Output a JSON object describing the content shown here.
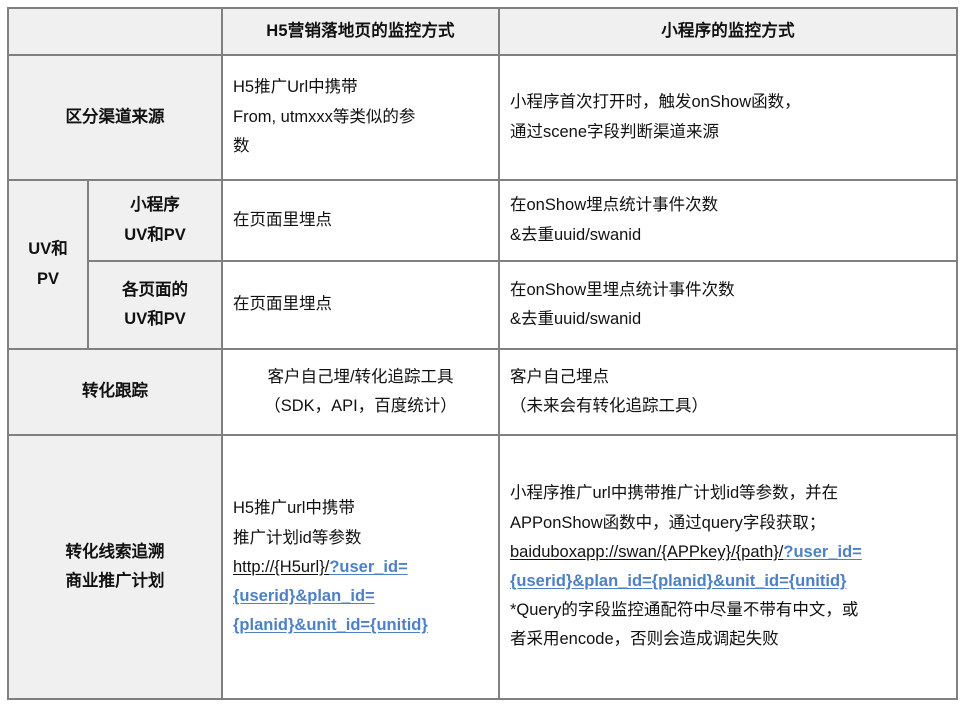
{
  "table": {
    "columns": {
      "row_label_primary": "",
      "row_label_secondary": "",
      "h5_header": "H5营销落地页的监控方式",
      "miniprogram_header": "小程序的监控方式"
    },
    "rows": [
      {
        "label": "区分渠道来源",
        "h5": [
          "H5推广Url中携带",
          "From, utmxxx等类似的参",
          "数"
        ],
        "mp": [
          "小程序首次打开时，触发onShow函数，",
          "通过scene字段判断渠道来源"
        ]
      },
      {
        "group_label_line1": "UV和",
        "group_label_line2": "PV",
        "sub": [
          {
            "label_line1": "小程序",
            "label_line2": "UV和PV",
            "h5": [
              "在页面里埋点"
            ],
            "mp": [
              "在onShow埋点统计事件次数",
              "&去重uuid/swanid"
            ]
          },
          {
            "label_line1": "各页面的",
            "label_line2": "UV和PV",
            "h5": [
              "在页面里埋点"
            ],
            "mp": [
              "在onShow里埋点统计事件次数",
              "&去重uuid/swanid"
            ]
          }
        ]
      },
      {
        "label": "转化跟踪",
        "h5": [
          "客户自己埋/转化追踪工具",
          "（SDK，API，百度统计）"
        ],
        "mp": [
          "客户自己埋点",
          "（未来会有转化追踪工具）"
        ]
      },
      {
        "label_line1": "转化线索追溯",
        "label_line2": "商业推广计划",
        "h5_lines": [
          "H5推广url中携带",
          "推广计划id等参数"
        ],
        "h5_url_dark": "http://{H5url}/",
        "h5_url_blue": "?user_id={userid}&plan_id={planid}&unit_id={unitid}",
        "mp_lines": [
          "小程序推广url中携带推广计划id等参数，并在",
          "APPonShow函数中，通过query字段获取；"
        ],
        "mp_url_dark": "baiduboxapp://swan/{APPkey}/{path}/",
        "mp_url_blue": "?user_id={userid}&plan_id={planid}&unit_id={unitid}",
        "mp_note": [
          "*Query的字段监控通配符中尽量不带有中文，或",
          "者采用encode，否则会造成调起失败"
        ]
      }
    ]
  },
  "colors": {
    "border": "#808080",
    "header_bg": "#f0f0f0",
    "link_blue": "#4d80c4",
    "text": "#111111"
  }
}
